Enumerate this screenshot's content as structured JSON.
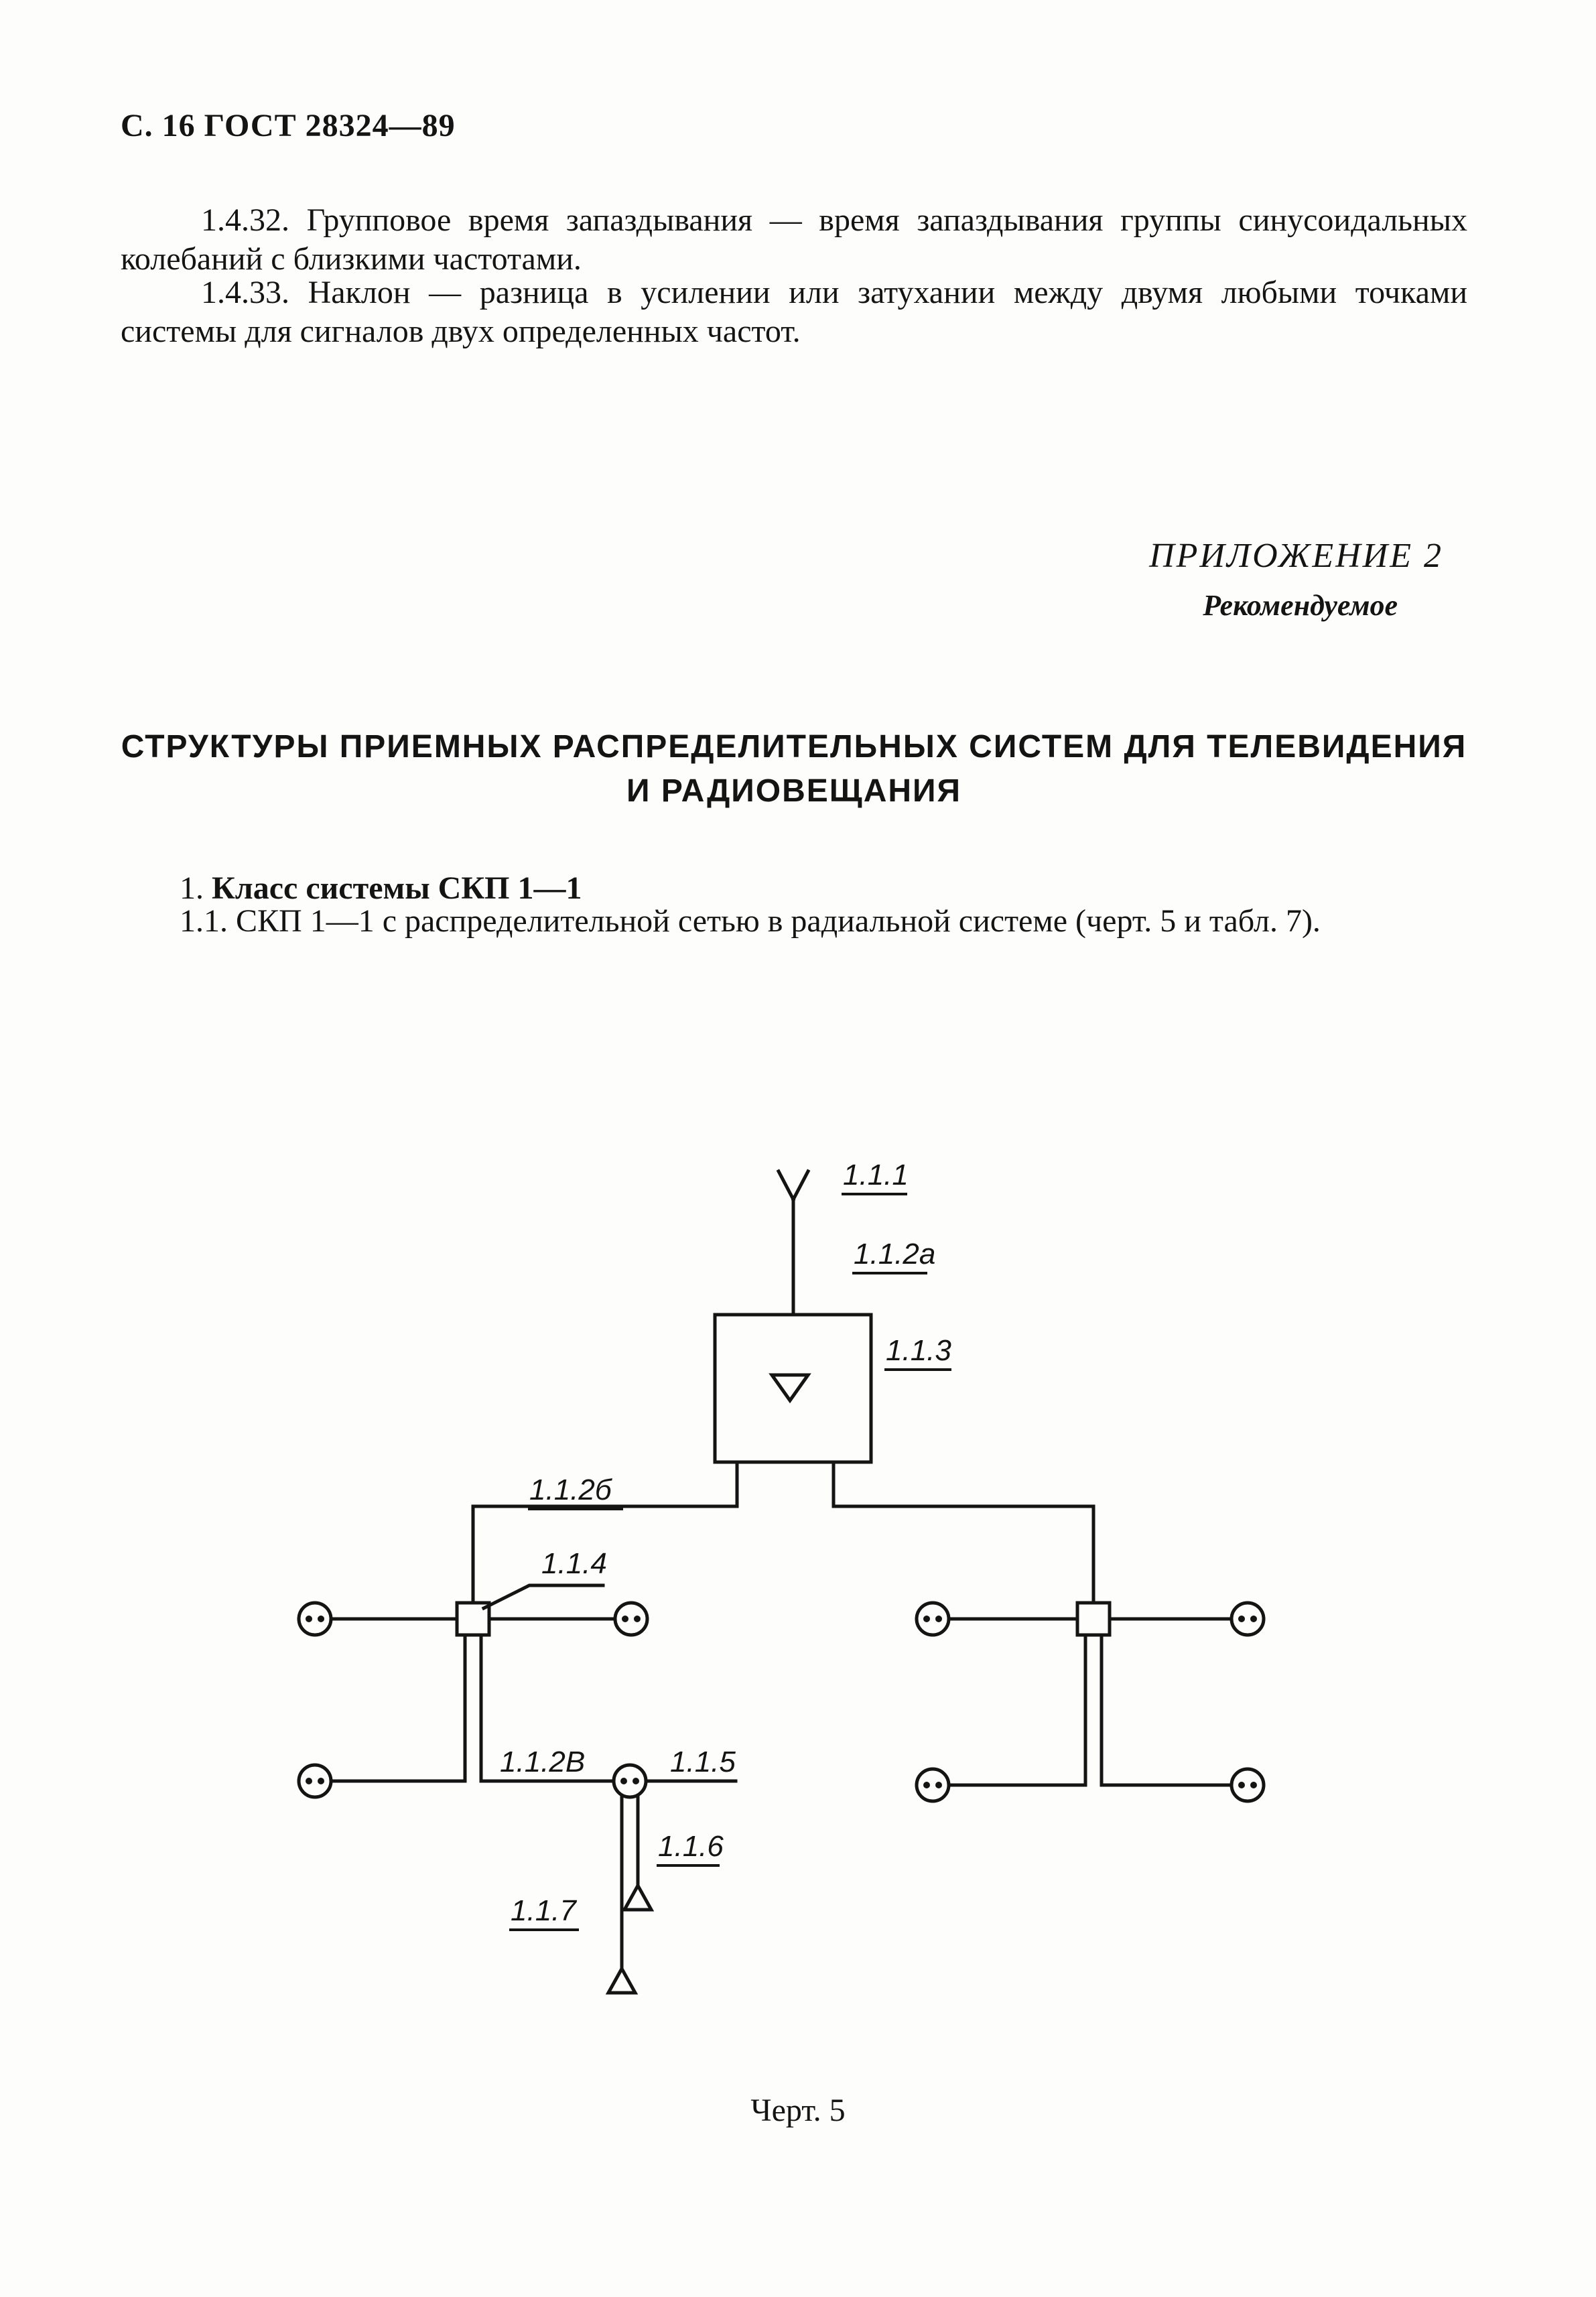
{
  "header": {
    "page_ref": "С. 16 ГОСТ 28324—89"
  },
  "definitions": [
    {
      "text": "1.4.32. Групповое время запаздывания — время запаздывания группы синусоидальных колебаний с близкими частотами."
    },
    {
      "text": "1.4.33. Наклон — разница в усилении или затухании между двумя любыми точками системы для сигналов двух определенных частот."
    }
  ],
  "appendix": {
    "title": "ПРИЛОЖЕНИЕ 2",
    "subtitle": "Рекомендуемое"
  },
  "main_title": "СТРУКТУРЫ ПРИЕМНЫХ РАСПРЕДЕЛИТЕЛЬНЫХ СИСТЕМ ДЛЯ ТЕЛЕВИДЕНИЯ И РАДИОВЕЩАНИЯ",
  "section": {
    "number": "1.",
    "title": "Класс системы СКП 1—1"
  },
  "subsection": {
    "text": "1.1. СКП 1—1 с распределительной сетью в радиальной системе (черт. 5 и табл. 7)."
  },
  "diagram": {
    "labels": {
      "antenna": "1.1.1",
      "feeder_top": "1.1.2a",
      "amplifier": "1.1.3",
      "feeder_main": "1.1.2б",
      "splitter": "1.1.4",
      "feeder_branch": "1.1.2В",
      "outlet": "1.1.5",
      "subscriber_feeder": "1.1.6",
      "receiver": "1.1.7"
    },
    "caption": "Черт. 5"
  }
}
